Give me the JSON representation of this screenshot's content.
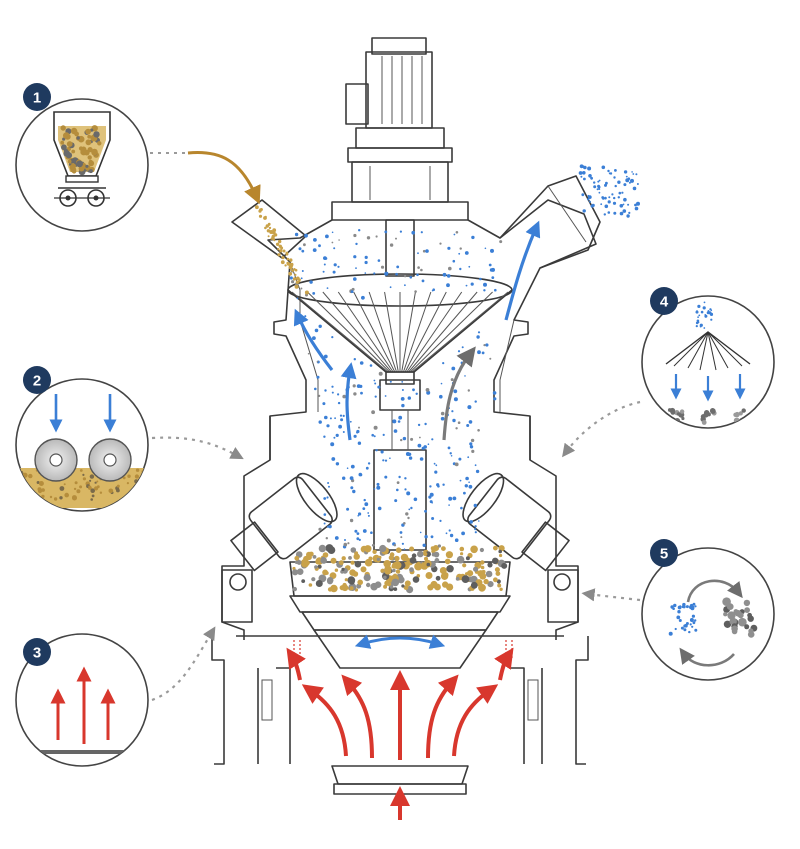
{
  "colors": {
    "badge": "#1f3a5f",
    "air_flow": "#d8372d",
    "fine_particles": "#3b7fd6",
    "feed_material": "#c9a24a",
    "circulation": "#7a7a7a",
    "feed_arrow": "#b8862d",
    "pointer": "#9a9a9a"
  },
  "callouts": [
    {
      "number": "1",
      "icon": "hopper-feeder-icon"
    },
    {
      "number": "2",
      "icon": "grinding-rollers-icon"
    },
    {
      "number": "3",
      "icon": "hot-air-upflow-icon"
    },
    {
      "number": "4",
      "icon": "classifier-separation-icon"
    },
    {
      "number": "5",
      "icon": "recirculation-icon"
    }
  ]
}
